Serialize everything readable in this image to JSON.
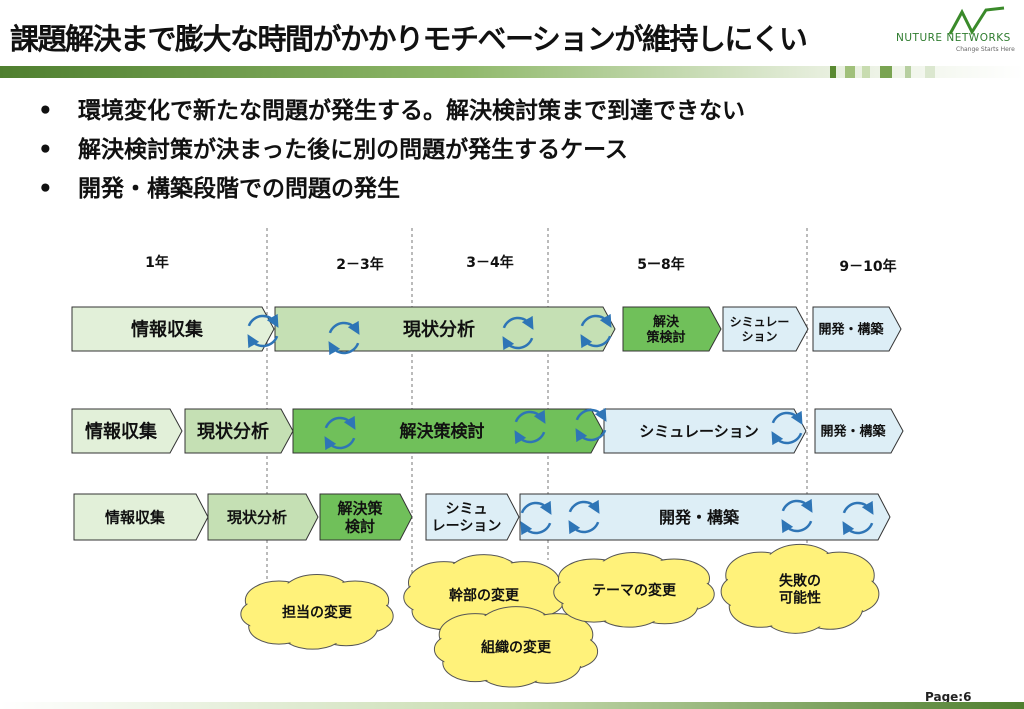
{
  "header": {
    "title": "課題解決まで膨大な時間がかかりモチベーションが維持しにくい",
    "logo_name": "NUTURE NETWORKS",
    "logo_tagline": "Change Starts Here"
  },
  "bullets": [
    "環境変化で新たな問題が発生する。解決検討策まで到達できない",
    "解決検討策が決まった後に別の問題が発生するケース",
    "開発・構築段階での問題の発生"
  ],
  "timeline": {
    "periods": [
      "1年",
      "2－3年",
      "3－4年",
      "5ー8年",
      "9－10年"
    ],
    "rows": [
      [
        {
          "label": "情報収集",
          "fill": "light"
        },
        {
          "label": "現状分析",
          "fill": "mid"
        },
        {
          "label": "解決\n策検討",
          "fill": "dark"
        },
        {
          "label": "シミュレー\nション",
          "fill": "blue"
        },
        {
          "label": "開発・構築",
          "fill": "blue"
        }
      ],
      [
        {
          "label": "情報収集",
          "fill": "light"
        },
        {
          "label": "現状分析",
          "fill": "mid"
        },
        {
          "label": "解決策検討",
          "fill": "dark"
        },
        {
          "label": "シミュレーション",
          "fill": "blue"
        },
        {
          "label": "開発・構築",
          "fill": "blue"
        }
      ],
      [
        {
          "label": "情報収集",
          "fill": "light"
        },
        {
          "label": "現状分析",
          "fill": "mid"
        },
        {
          "label": "解決策\n検討",
          "fill": "dark"
        },
        {
          "label": "シミュ\nレーション",
          "fill": "blue"
        },
        {
          "label": "開発・構築",
          "fill": "blue"
        }
      ]
    ],
    "events": [
      "担当の変更",
      "幹部の変更",
      "組織の変更",
      "テーマの変更",
      "失敗の\n可能性"
    ]
  },
  "colors": {
    "light": "#e2f0d9",
    "mid": "#c5e0b4",
    "dark": "#70c05a",
    "blue": "#ddeef6",
    "cycle": "#2e75b6",
    "cloud": "#fff27a",
    "accent": "#5a8a32"
  },
  "footer": {
    "page": "Page:6"
  }
}
